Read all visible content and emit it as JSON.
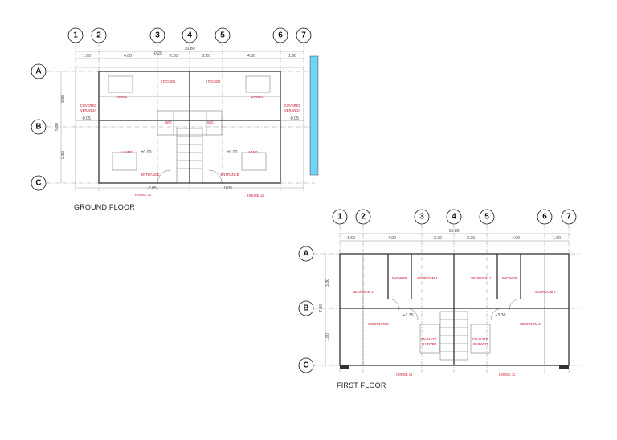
{
  "ground_floor": {
    "title": "GROUND FLOOR",
    "grid_columns": [
      "1",
      "2",
      "3",
      "4",
      "5",
      "6",
      "7"
    ],
    "grid_rows": [
      "A",
      "B",
      "C"
    ],
    "overall_dim": "10.80",
    "column_dims": [
      "1.60",
      "4.00",
      "2.20",
      "2.20",
      "4.00",
      "1.60"
    ],
    "level_top": "-0.25",
    "row_dims": [
      "3.80",
      "5.80",
      "2.80"
    ],
    "rooms": {
      "kitchen_left": "KITCHEN",
      "kitchen_right": "KITCHEN",
      "dining_left": "DINING",
      "dining_right": "DINING",
      "veranda_left_1": "COVERED",
      "veranda_left_2": "VERANDA",
      "veranda_right_1": "COVERED",
      "veranda_right_2": "VERANDA",
      "wc_left": "W/C",
      "wc_right": "W/C",
      "living_left": "LIVING",
      "living_right": "LIVING",
      "entrance_left": "ENTRANCE",
      "entrance_right": "ENTRANCE"
    },
    "levels": {
      "veranda_left": "-0.05",
      "veranda_right": "-0.05",
      "living_left": "±0.00",
      "living_right": "±0.00",
      "entrance_left": "-0.05",
      "entrance_right": "0.05"
    },
    "houses": [
      "HOUSE 12",
      "HOUSE 11"
    ]
  },
  "first_floor": {
    "title": "FIRST FLOOR",
    "grid_columns": [
      "1",
      "2",
      "3",
      "4",
      "5",
      "6",
      "7"
    ],
    "grid_rows": [
      "A",
      "B",
      "C"
    ],
    "overall_dim": "10.80",
    "column_dims": [
      "1.60",
      "4.00",
      "2.20",
      "2.20",
      "4.00",
      "1.60"
    ],
    "row_dims": [
      "3.80",
      "7.80",
      "1.80"
    ],
    "rooms": {
      "shower_left": "SHOWER",
      "shower_right": "SHOWER",
      "bedroom1_left": "BEDROOM 1",
      "bedroom1_right": "BEDROOM 1",
      "bedroom2_left": "BEDROOM 2",
      "bedroom2_right": "BEDROOM 2",
      "bedroom3_left": "BEDROOM 3",
      "bedroom3_right": "BEDROOM 3",
      "ensuite_left_1": "EN-SUITE",
      "ensuite_left_2": "SHOWER",
      "ensuite_right_1": "EN-SUITE",
      "ensuite_right_2": "SHOWER"
    },
    "levels": {
      "landing_left": "+3.30",
      "landing_right": "+3.30"
    },
    "houses": [
      "HOUSE 12",
      "HOUSE 11"
    ]
  }
}
